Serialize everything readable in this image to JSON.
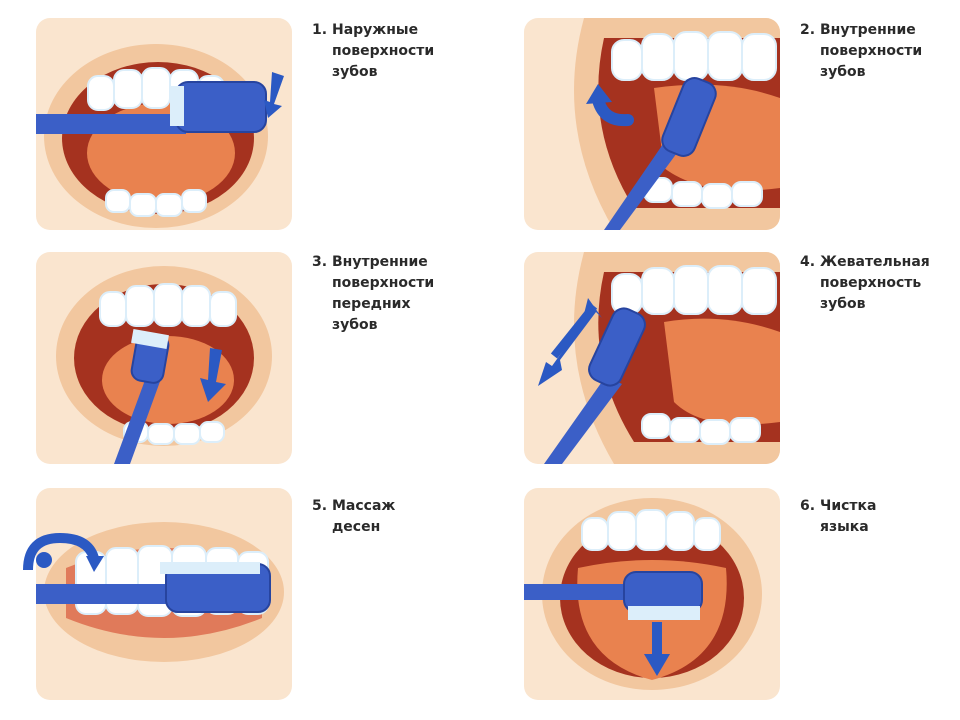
{
  "steps": [
    {
      "number": "1.",
      "lines": [
        "Наружные",
        "поверхности",
        "зубов"
      ]
    },
    {
      "number": "2.",
      "lines": [
        "Внутренние",
        "поверхности",
        "зубов"
      ]
    },
    {
      "number": "3.",
      "lines": [
        "Внутренние",
        "поверхности",
        "передних",
        "зубов"
      ]
    },
    {
      "number": "4.",
      "lines": [
        "Жевательная",
        "поверхность",
        "зубов"
      ]
    },
    {
      "number": "5.",
      "lines": [
        "Массаж",
        "десен"
      ]
    },
    {
      "number": "6.",
      "lines": [
        "Чистка",
        "языка"
      ]
    }
  ],
  "colors": {
    "panel_bg": "#fae5cf",
    "lip": "#f2c79f",
    "mouth_inner": "#a5321f",
    "gum": "#e07a5a",
    "tongue": "#e9824f",
    "tooth": "#ffffff",
    "tooth_shade": "#dceefa",
    "brush": "#3b5fc7",
    "brush_dark": "#27449f",
    "arrow": "#2b59c3"
  },
  "icons": [
    "toothbrush-icon",
    "arrow-down-icon",
    "curved-arrow-icon",
    "double-arrow-icon",
    "circular-arrow-icon"
  ]
}
